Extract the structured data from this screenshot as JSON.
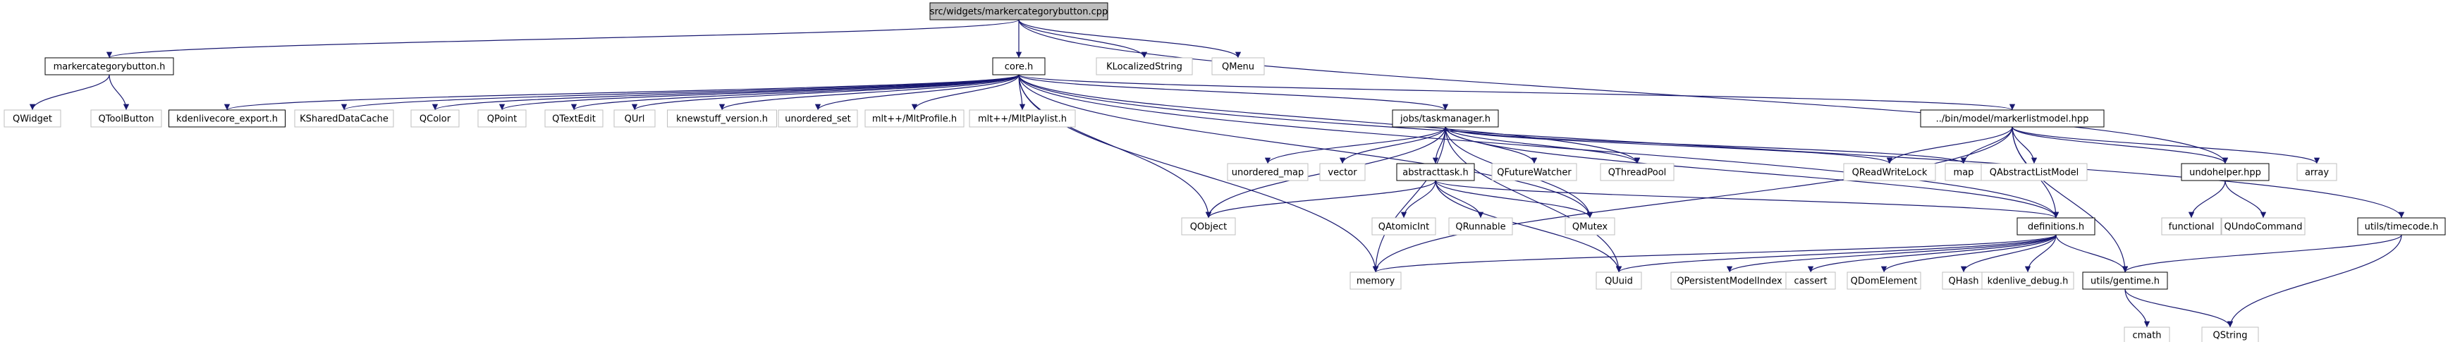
{
  "nodes": [
    {
      "id": "root",
      "label": "src/widgets/markercategorybutton.cpp",
      "kind": "main"
    },
    {
      "id": "mcb_h",
      "label": "markercategorybutton.h",
      "kind": "doc"
    },
    {
      "id": "core_h",
      "label": "core.h",
      "kind": "doc"
    },
    {
      "id": "klocalized",
      "label": "KLocalizedString",
      "kind": "ext"
    },
    {
      "id": "qmenu",
      "label": "QMenu",
      "kind": "ext"
    },
    {
      "id": "qwidget",
      "label": "QWidget",
      "kind": "ext"
    },
    {
      "id": "qtoolbutton",
      "label": "QToolButton",
      "kind": "ext"
    },
    {
      "id": "kdenlivecore_export",
      "label": "kdenlivecore_export.h",
      "kind": "doc"
    },
    {
      "id": "kshareddatacache",
      "label": "KSharedDataCache",
      "kind": "ext"
    },
    {
      "id": "qcolor",
      "label": "QColor",
      "kind": "ext"
    },
    {
      "id": "qpoint",
      "label": "QPoint",
      "kind": "ext"
    },
    {
      "id": "qtextedit",
      "label": "QTextEdit",
      "kind": "ext"
    },
    {
      "id": "qurl",
      "label": "QUrl",
      "kind": "ext"
    },
    {
      "id": "knewstuff",
      "label": "knewstuff_version.h",
      "kind": "ext"
    },
    {
      "id": "unordered_set",
      "label": "unordered_set",
      "kind": "ext"
    },
    {
      "id": "mltprofile",
      "label": "mlt++/MltProfile.h",
      "kind": "ext"
    },
    {
      "id": "mltplaylist",
      "label": "mlt++/MltPlaylist.h",
      "kind": "ext"
    },
    {
      "id": "taskmanager",
      "label": "jobs/taskmanager.h",
      "kind": "doc"
    },
    {
      "id": "markerlistmodel",
      "label": "../bin/model/markerlistmodel.hpp",
      "kind": "doc"
    },
    {
      "id": "unordered_map",
      "label": "unordered_map",
      "kind": "ext"
    },
    {
      "id": "vector",
      "label": "vector",
      "kind": "ext"
    },
    {
      "id": "abstracttask",
      "label": "abstracttask.h",
      "kind": "doc"
    },
    {
      "id": "qfuturewatcher",
      "label": "QFutureWatcher",
      "kind": "ext"
    },
    {
      "id": "qthreadpool",
      "label": "QThreadPool",
      "kind": "ext"
    },
    {
      "id": "qreadwritelock",
      "label": "QReadWriteLock",
      "kind": "ext"
    },
    {
      "id": "map",
      "label": "map",
      "kind": "ext"
    },
    {
      "id": "qabstractlistmodel",
      "label": "QAbstractListModel",
      "kind": "ext"
    },
    {
      "id": "undohelper",
      "label": "undohelper.hpp",
      "kind": "doc"
    },
    {
      "id": "array",
      "label": "array",
      "kind": "ext"
    },
    {
      "id": "qobject",
      "label": "QObject",
      "kind": "ext"
    },
    {
      "id": "qatomicint",
      "label": "QAtomicInt",
      "kind": "ext"
    },
    {
      "id": "qrunnable",
      "label": "QRunnable",
      "kind": "ext"
    },
    {
      "id": "qmutex",
      "label": "QMutex",
      "kind": "ext"
    },
    {
      "id": "definitions",
      "label": "definitions.h",
      "kind": "doc"
    },
    {
      "id": "functional",
      "label": "functional",
      "kind": "ext"
    },
    {
      "id": "qundocommand",
      "label": "QUndoCommand",
      "kind": "ext"
    },
    {
      "id": "timecode",
      "label": "utils/timecode.h",
      "kind": "doc"
    },
    {
      "id": "memory",
      "label": "memory",
      "kind": "ext"
    },
    {
      "id": "quuid",
      "label": "QUuid",
      "kind": "ext"
    },
    {
      "id": "qpersistentmodelindex",
      "label": "QPersistentModelIndex",
      "kind": "ext"
    },
    {
      "id": "cassert",
      "label": "cassert",
      "kind": "ext"
    },
    {
      "id": "qdomelement",
      "label": "QDomElement",
      "kind": "ext"
    },
    {
      "id": "qhash",
      "label": "QHash",
      "kind": "ext"
    },
    {
      "id": "kdenlive_debug",
      "label": "kdenlive_debug.h",
      "kind": "ext"
    },
    {
      "id": "gentime",
      "label": "utils/gentime.h",
      "kind": "doc"
    },
    {
      "id": "cmath",
      "label": "cmath",
      "kind": "ext"
    },
    {
      "id": "qstring",
      "label": "QString",
      "kind": "ext"
    }
  ],
  "edges": [
    [
      "root",
      "mcb_h"
    ],
    [
      "root",
      "core_h"
    ],
    [
      "root",
      "klocalized"
    ],
    [
      "root",
      "qmenu"
    ],
    [
      "root",
      "undohelper"
    ],
    [
      "mcb_h",
      "qwidget"
    ],
    [
      "mcb_h",
      "qtoolbutton"
    ],
    [
      "core_h",
      "kdenlivecore_export"
    ],
    [
      "core_h",
      "kshareddatacache"
    ],
    [
      "core_h",
      "qcolor"
    ],
    [
      "core_h",
      "qpoint"
    ],
    [
      "core_h",
      "qtextedit"
    ],
    [
      "core_h",
      "qurl"
    ],
    [
      "core_h",
      "knewstuff"
    ],
    [
      "core_h",
      "unordered_set"
    ],
    [
      "core_h",
      "mltprofile"
    ],
    [
      "core_h",
      "mltplaylist"
    ],
    [
      "core_h",
      "taskmanager"
    ],
    [
      "core_h",
      "markerlistmodel"
    ],
    [
      "core_h",
      "qobject"
    ],
    [
      "core_h",
      "memory"
    ],
    [
      "core_h",
      "qthreadpool"
    ],
    [
      "core_h",
      "qmutex"
    ],
    [
      "core_h",
      "definitions"
    ],
    [
      "core_h",
      "timecode"
    ],
    [
      "taskmanager",
      "unordered_map"
    ],
    [
      "taskmanager",
      "vector"
    ],
    [
      "taskmanager",
      "abstracttask"
    ],
    [
      "taskmanager",
      "qfuturewatcher"
    ],
    [
      "taskmanager",
      "qthreadpool"
    ],
    [
      "taskmanager",
      "qreadwritelock"
    ],
    [
      "taskmanager",
      "map"
    ],
    [
      "taskmanager",
      "qobject"
    ],
    [
      "taskmanager",
      "quuid"
    ],
    [
      "taskmanager",
      "memory"
    ],
    [
      "taskmanager",
      "definitions"
    ],
    [
      "taskmanager",
      "qmutex"
    ],
    [
      "abstracttask",
      "qobject"
    ],
    [
      "abstracttask",
      "qatomicint"
    ],
    [
      "abstracttask",
      "qrunnable"
    ],
    [
      "abstracttask",
      "qmutex"
    ],
    [
      "abstracttask",
      "quuid"
    ],
    [
      "abstracttask",
      "definitions"
    ],
    [
      "markerlistmodel",
      "qreadwritelock"
    ],
    [
      "markerlistmodel",
      "map"
    ],
    [
      "markerlistmodel",
      "qabstractlistmodel"
    ],
    [
      "markerlistmodel",
      "undohelper"
    ],
    [
      "markerlistmodel",
      "array"
    ],
    [
      "markerlistmodel",
      "definitions"
    ],
    [
      "markerlistmodel",
      "gentime"
    ],
    [
      "markerlistmodel",
      "memory"
    ],
    [
      "undohelper",
      "functional"
    ],
    [
      "undohelper",
      "qundocommand"
    ],
    [
      "definitions",
      "memory"
    ],
    [
      "definitions",
      "quuid"
    ],
    [
      "definitions",
      "qpersistentmodelindex"
    ],
    [
      "definitions",
      "cassert"
    ],
    [
      "definitions",
      "qdomelement"
    ],
    [
      "definitions",
      "qhash"
    ],
    [
      "definitions",
      "kdenlive_debug"
    ],
    [
      "definitions",
      "gentime"
    ],
    [
      "timecode",
      "gentime"
    ],
    [
      "timecode",
      "qstring"
    ],
    [
      "gentime",
      "cmath"
    ],
    [
      "gentime",
      "qstring"
    ]
  ]
}
